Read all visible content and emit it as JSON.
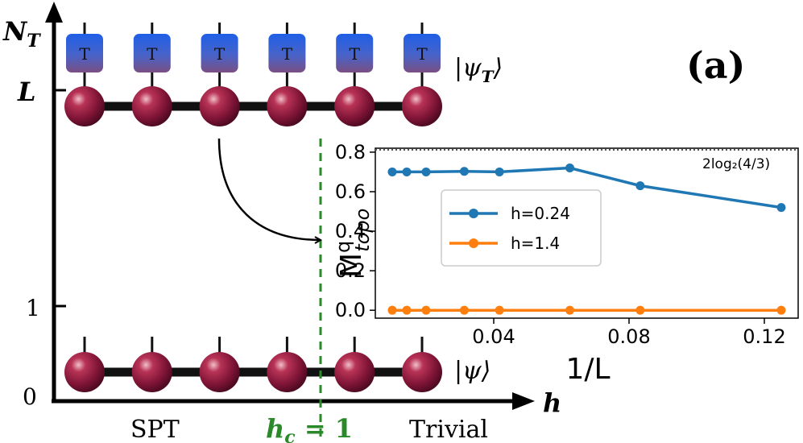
{
  "main": {
    "y_axis_label": "N",
    "y_axis_label_sub": "T",
    "x_axis_label": "h",
    "y_ticks": [
      "L",
      "1",
      "0"
    ],
    "panel_label": "(a)",
    "top_chain_state": "|ψT⟩",
    "top_chain_state_main": "ψ",
    "top_chain_state_sub": "T",
    "bottom_chain_state": "|ψ⟩",
    "bottom_chain_state_main": "ψ",
    "tensor_label": "T",
    "phase_left": "SPT",
    "phase_right": "Trivial",
    "critical_point": "h_c = 1",
    "critical_point_main": "h",
    "critical_point_sub": "c",
    "critical_point_rest": " = 1",
    "num_sites": 6,
    "colors": {
      "site": "#8b1a3f",
      "tensor_top": "#1f5fe6",
      "tensor_bottom": "#7a4f82",
      "critical_line": "#2a8a2a",
      "phase_critical_text": "#2a8a2a"
    }
  },
  "chart_data": {
    "type": "line",
    "xlabel": "1/L",
    "ylabel": "M^q_topo",
    "ylabel_main": "M",
    "ylabel_sup": "q",
    "ylabel_sub": "topo",
    "x_ticks": [
      "0.04",
      "0.08",
      "0.12"
    ],
    "y_ticks": [
      "0.0",
      "0.2",
      "0.4",
      "0.6",
      "0.8"
    ],
    "xlim": [
      0.005,
      0.13
    ],
    "ylim": [
      -0.04,
      0.82
    ],
    "grid": false,
    "legend_placement": "center-left",
    "reference_line": {
      "y": 0.83,
      "label": "2log₂(4/3)",
      "style": "dotted"
    },
    "series": [
      {
        "name": "h=0.24",
        "color": "#1f77b4",
        "x": [
          0.01,
          0.0143,
          0.02,
          0.0313,
          0.0417,
          0.0625,
          0.0833,
          0.125
        ],
        "y": [
          0.7,
          0.7,
          0.7,
          0.703,
          0.7,
          0.72,
          0.63,
          0.52
        ]
      },
      {
        "name": "h=1.4",
        "color": "#ff7f0e",
        "x": [
          0.01,
          0.0143,
          0.02,
          0.0313,
          0.0417,
          0.0625,
          0.0833,
          0.125
        ],
        "y": [
          0.0,
          0.0,
          0.0,
          0.0,
          0.0,
          0.0,
          0.0,
          0.0
        ]
      }
    ]
  }
}
